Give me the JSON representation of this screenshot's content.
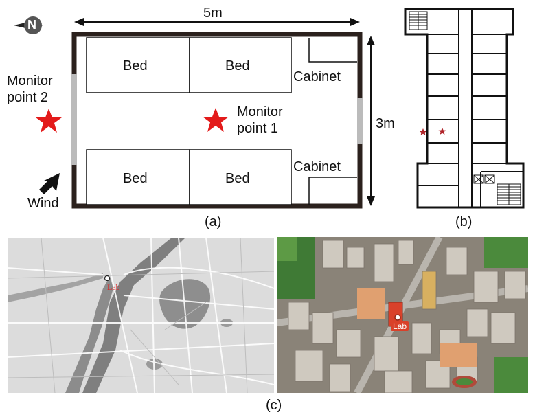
{
  "panel_a": {
    "north_label": "N",
    "width_dimension": "5m",
    "height_dimension": "3m",
    "beds": [
      "Bed",
      "Bed",
      "Bed",
      "Bed"
    ],
    "cabinets": [
      "Cabinet",
      "Cabinet"
    ],
    "monitor_point_1": "Monitor point 1",
    "monitor_point_2": "Monitor point 2",
    "wind_label": "Wind",
    "caption": "(a)"
  },
  "panel_b": {
    "caption": "(b)"
  },
  "panel_c": {
    "map_lab_label": "Lab",
    "aerial_lab_label": "Lab",
    "caption": "(c)"
  },
  "colors": {
    "star": "#e31b1b",
    "small_star": "#b0252a",
    "wall": "#2b211d",
    "map_bg": "#d9d9d9",
    "river": "#7f7f7f"
  }
}
